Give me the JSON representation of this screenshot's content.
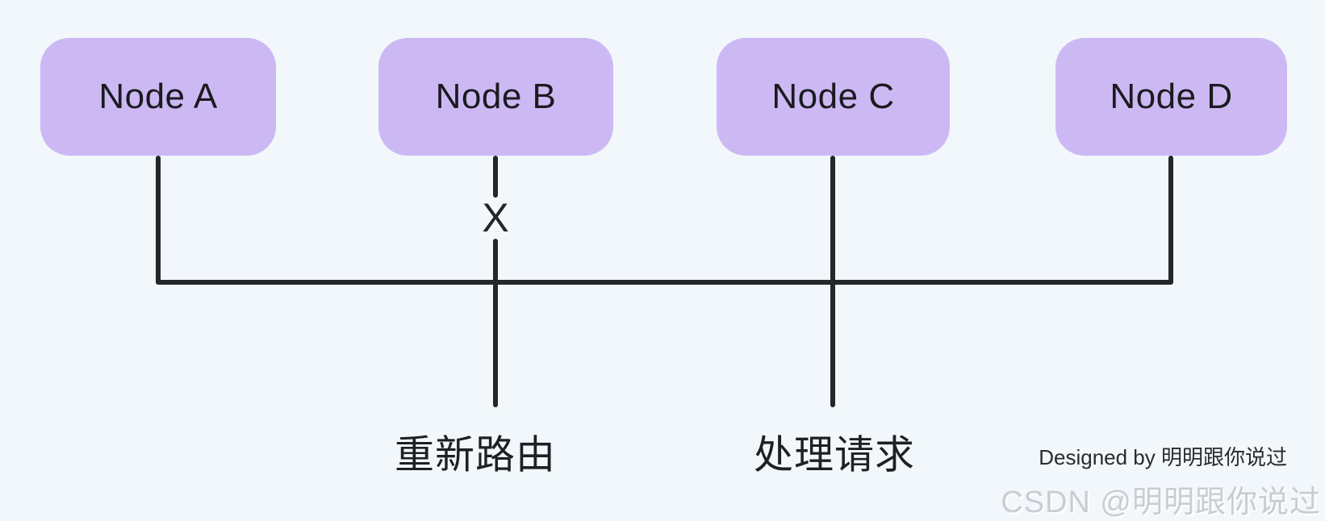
{
  "diagram": {
    "type": "node-link-diagram",
    "nodes": [
      {
        "id": "A",
        "label": "Node A"
      },
      {
        "id": "B",
        "label": "Node B"
      },
      {
        "id": "C",
        "label": "Node C"
      },
      {
        "id": "D",
        "label": "Node D"
      }
    ],
    "connections": {
      "description": "Nodes A, B, C, D hang from a shared horizontal bus line; the link below Node B is broken (marked X) and rerouted; the line below Node C continues to handle requests",
      "broken_link_marker": "X"
    },
    "annotations": {
      "reroute": "重新路由",
      "handle_request": "处理请求"
    },
    "watermarks": {
      "designed_by": "Designed by 明明跟你说过",
      "csdn": "CSDN @明明跟你说过"
    },
    "colors": {
      "background": "#f2f7fb",
      "node_fill": "#ccb9f4",
      "node_text": "#1b1b1f",
      "connector": "#24262a",
      "annotation_text": "#1d2025",
      "watermark_dark": "#2b2b2b",
      "watermark_light": "#c9cdd3"
    }
  }
}
